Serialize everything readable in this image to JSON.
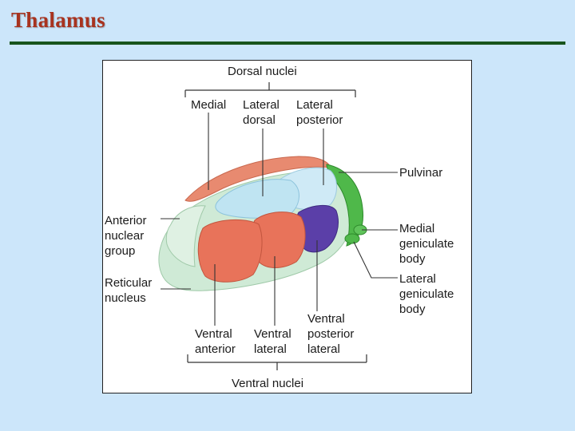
{
  "slide": {
    "title": "Thalamus"
  },
  "diagram": {
    "dorsal_nuclei": "Dorsal nuclei",
    "medial": "Medial",
    "lateral_dorsal": "Lateral\ndorsal",
    "lateral_posterior": "Lateral\nposterior",
    "pulvinar": "Pulvinar",
    "anterior_nuclear_group": "Anterior\nnuclear\ngroup",
    "reticular_nucleus": "Reticular\nnucleus",
    "medial_geniculate_body": "Medial\ngeniculate\nbody",
    "lateral_geniculate_body": "Lateral\ngeniculate\nbody",
    "ventral_anterior": "Ventral\nanterior",
    "ventral_lateral": "Ventral\nlateral",
    "ventral_posterior_lateral": "Ventral\nposterior\nlateral",
    "ventral_nuclei": "Ventral nuclei"
  },
  "colors": {
    "title": "#a8331f",
    "title_rule": "#17541c",
    "background": "#cce6fa",
    "dorsal_medial": "#e88a70",
    "lateral_dorsal": "#bfe4f2",
    "ventral_anterior_lateral": "#e8735a",
    "ventral_posterior_lateral": "#5b3fa8",
    "pulvinar_geniculate": "#4fb84a",
    "reticular": "#cfead6"
  }
}
